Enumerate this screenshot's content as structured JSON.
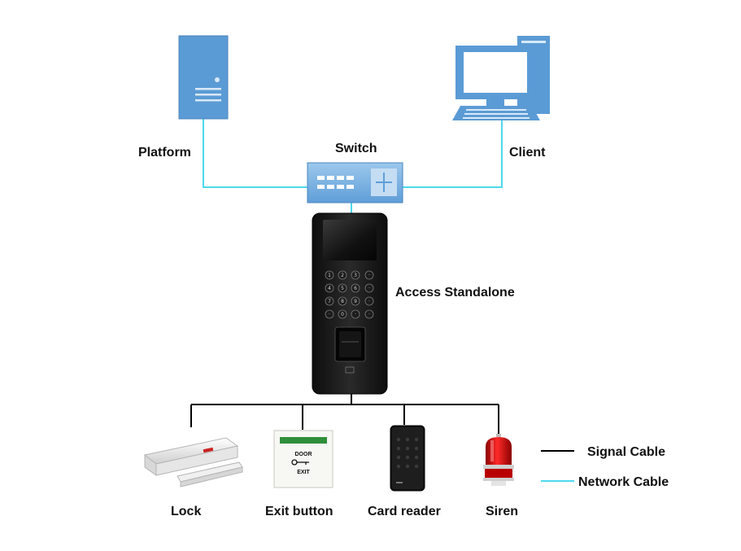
{
  "nodes": {
    "platform": "Platform",
    "switch": "Switch",
    "client": "Client",
    "access": "Access Standalone",
    "lock": "Lock",
    "exit_button": "Exit button",
    "card_reader": "Card reader",
    "siren": "Siren"
  },
  "exit_plate": {
    "line1": "DOOR",
    "line2": "EXIT"
  },
  "legend": {
    "signal": {
      "label": "Signal Cable",
      "color": "#000000"
    },
    "network": {
      "label": "Network Cable",
      "color": "#4dd9ec"
    }
  },
  "icons": [
    "server-icon",
    "switch-icon",
    "computer-icon",
    "access-terminal-icon",
    "magnetic-lock-icon",
    "exit-button-icon",
    "card-reader-icon",
    "siren-icon"
  ]
}
